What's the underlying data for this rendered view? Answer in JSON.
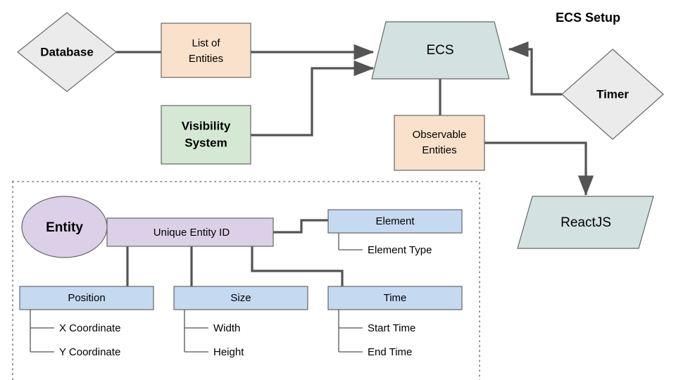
{
  "diagram": {
    "title": "ECS Setup",
    "colors": {
      "gray_fill": "#ebebeb",
      "orange_fill": "#fae1cb",
      "green_fill": "#d5e8d4",
      "teal_fill": "#d4e1e1",
      "purple_fill": "#dcd0e8",
      "blue_fill": "#c5d9f1",
      "stroke": "#666666",
      "connector": "#545454"
    },
    "nodes": {
      "database": {
        "label": "Database",
        "shape": "diamond"
      },
      "list_of_entities": {
        "label": "List of\nEntities",
        "line1": "List of",
        "line2": "Entities",
        "shape": "rectangle"
      },
      "visibility_system": {
        "label": "Visibility\nSystem",
        "line1": "Visibility",
        "line2": "System",
        "shape": "rectangle"
      },
      "ecs": {
        "label": "ECS",
        "shape": "trapezoid"
      },
      "timer": {
        "label": "Timer",
        "shape": "diamond"
      },
      "observable_entities": {
        "label": "Observable\nEntities",
        "line1": "Observable",
        "line2": "Entities",
        "shape": "rectangle"
      },
      "reactjs": {
        "label": "ReactJS",
        "shape": "trapezoid"
      },
      "entity": {
        "label": "Entity",
        "shape": "circle"
      },
      "unique_entity_id": {
        "label": "Unique Entity ID",
        "shape": "bar"
      }
    },
    "components": [
      {
        "name": "position",
        "label": "Position",
        "fields": [
          {
            "name": "x-coordinate",
            "label": "X Coordinate"
          },
          {
            "name": "y-coordinate",
            "label": "Y Coordinate"
          }
        ]
      },
      {
        "name": "size",
        "label": "Size",
        "fields": [
          {
            "name": "width",
            "label": "Width"
          },
          {
            "name": "height",
            "label": "Height"
          }
        ]
      },
      {
        "name": "time",
        "label": "Time",
        "fields": [
          {
            "name": "start-time",
            "label": "Start Time"
          },
          {
            "name": "end-time",
            "label": "End Time"
          }
        ]
      },
      {
        "name": "element",
        "label": "Element",
        "fields": [
          {
            "name": "element-type",
            "label": "Element Type"
          }
        ]
      }
    ]
  }
}
